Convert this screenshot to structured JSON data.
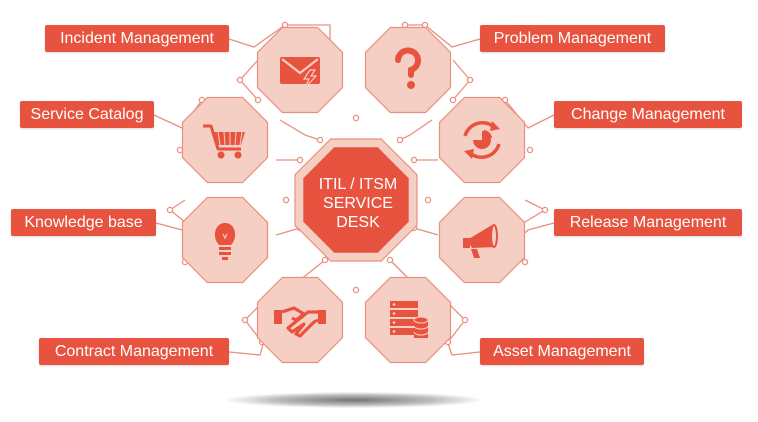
{
  "hub": {
    "lines": [
      "ITIL / ITSM",
      "SERVICE",
      "DESK"
    ]
  },
  "nodes": [
    {
      "id": "incident",
      "label": "Incident Management",
      "icon": "envelope-lightning-icon"
    },
    {
      "id": "problem",
      "label": "Problem Management",
      "icon": "question-mark-icon"
    },
    {
      "id": "service-catalog",
      "label": "Service Catalog",
      "icon": "shopping-cart-icon"
    },
    {
      "id": "change",
      "label": "Change Management",
      "icon": "cycle-arrows-pie-icon"
    },
    {
      "id": "knowledge",
      "label": "Knowledge base",
      "icon": "light-bulb-icon"
    },
    {
      "id": "release",
      "label": "Release Management",
      "icon": "megaphone-icon"
    },
    {
      "id": "contract",
      "label": "Contract Management",
      "icon": "handshake-icon"
    },
    {
      "id": "asset",
      "label": "Asset Management",
      "icon": "server-database-icon"
    }
  ],
  "colors": {
    "accent": "#e8533f",
    "tile": "#f6cfc4",
    "tile_stroke": "#e8907f",
    "line": "#e8907f",
    "icon": "#e8533f"
  }
}
